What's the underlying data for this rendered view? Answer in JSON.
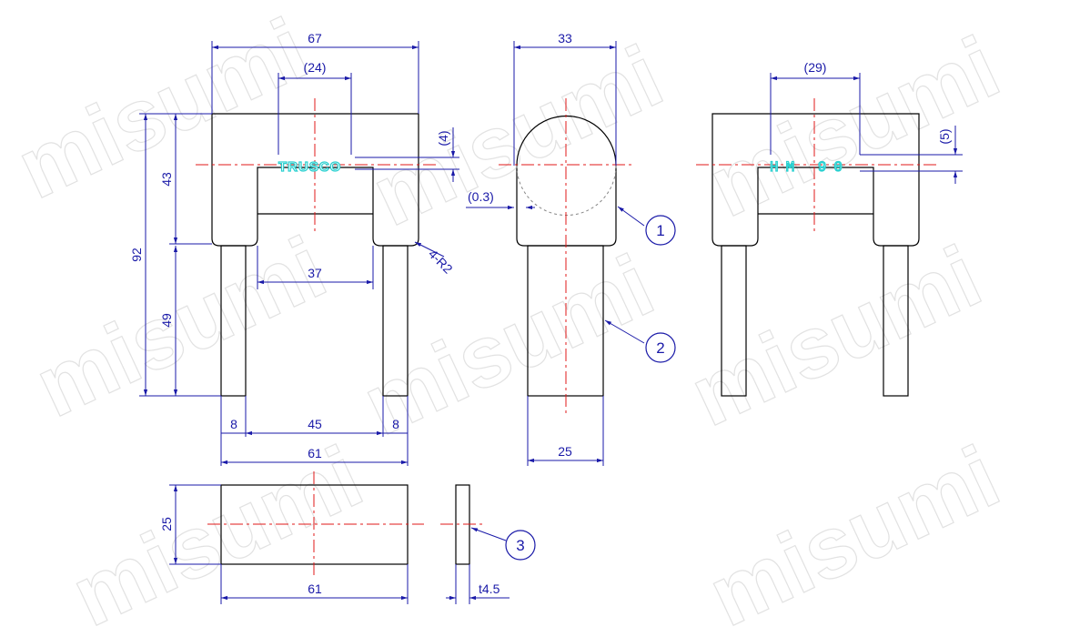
{
  "watermark": "misumi",
  "front_view": {
    "width": "67",
    "slot_width": "(24)",
    "engrave_depth": "(4)",
    "head_height": "43",
    "total_height": "92",
    "leg_length": "49",
    "inner_width": "37",
    "radius_note": "4-R2",
    "leg_width_left": "8",
    "leg_spacing": "45",
    "leg_width_right": "8",
    "base_width": "61",
    "brand_text": "TRUSCO"
  },
  "side_view": {
    "width": "33",
    "offset": "(0.3)",
    "foot_width": "25"
  },
  "rear_view": {
    "mark_width": "(29)",
    "mark_depth": "(5)",
    "mark_text": "HM 90"
  },
  "plate_view": {
    "height": "25",
    "width": "61",
    "thickness": "t4.5"
  },
  "balloons": [
    "1",
    "2",
    "3"
  ]
}
